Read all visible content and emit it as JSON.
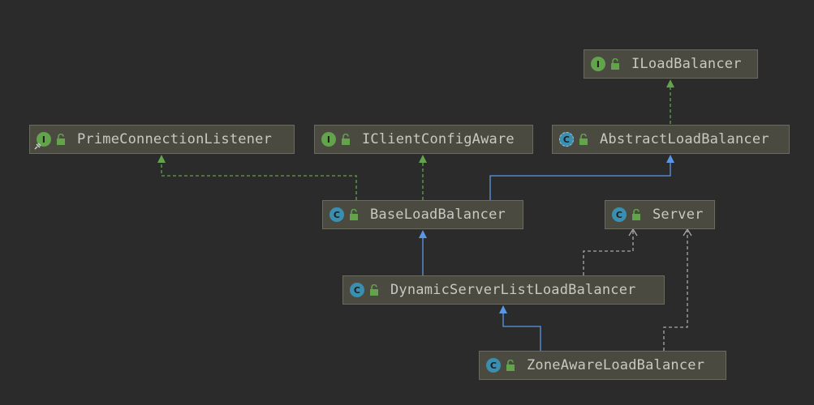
{
  "diagram": {
    "nodes": [
      {
        "id": "ILoadBalancer",
        "label": "ILoadBalancer",
        "kind": "interface",
        "badge": "I"
      },
      {
        "id": "PrimeConnectionListener",
        "label": "PrimeConnectionListener",
        "kind": "interface",
        "badge": "I"
      },
      {
        "id": "IClientConfigAware",
        "label": "IClientConfigAware",
        "kind": "interface",
        "badge": "I"
      },
      {
        "id": "AbstractLoadBalancer",
        "label": "AbstractLoadBalancer",
        "kind": "abstract-class",
        "badge": "C"
      },
      {
        "id": "BaseLoadBalancer",
        "label": "BaseLoadBalancer",
        "kind": "class",
        "badge": "C"
      },
      {
        "id": "Server",
        "label": "Server",
        "kind": "class",
        "badge": "C"
      },
      {
        "id": "DynamicServerListLoadBalancer",
        "label": "DynamicServerListLoadBalancer",
        "kind": "class",
        "badge": "C"
      },
      {
        "id": "ZoneAwareLoadBalancer",
        "label": "ZoneAwareLoadBalancer",
        "kind": "class",
        "badge": "C"
      }
    ],
    "edges": [
      {
        "from": "AbstractLoadBalancer",
        "to": "ILoadBalancer",
        "type": "implements"
      },
      {
        "from": "BaseLoadBalancer",
        "to": "PrimeConnectionListener",
        "type": "implements"
      },
      {
        "from": "BaseLoadBalancer",
        "to": "IClientConfigAware",
        "type": "implements"
      },
      {
        "from": "BaseLoadBalancer",
        "to": "AbstractLoadBalancer",
        "type": "extends"
      },
      {
        "from": "DynamicServerListLoadBalancer",
        "to": "BaseLoadBalancer",
        "type": "extends"
      },
      {
        "from": "DynamicServerListLoadBalancer",
        "to": "Server",
        "type": "uses"
      },
      {
        "from": "ZoneAwareLoadBalancer",
        "to": "DynamicServerListLoadBalancer",
        "type": "extends"
      },
      {
        "from": "ZoneAwareLoadBalancer",
        "to": "Server",
        "type": "uses"
      }
    ]
  },
  "colors": {
    "background": "#2b2b2b",
    "node_fill": "#4b4a41",
    "implements_edge": "#62a34b",
    "extends_edge": "#5b96e6",
    "uses_edge": "#a8a8a8",
    "interface_badge": "#62a34b",
    "class_badge": "#3a8fb0"
  }
}
